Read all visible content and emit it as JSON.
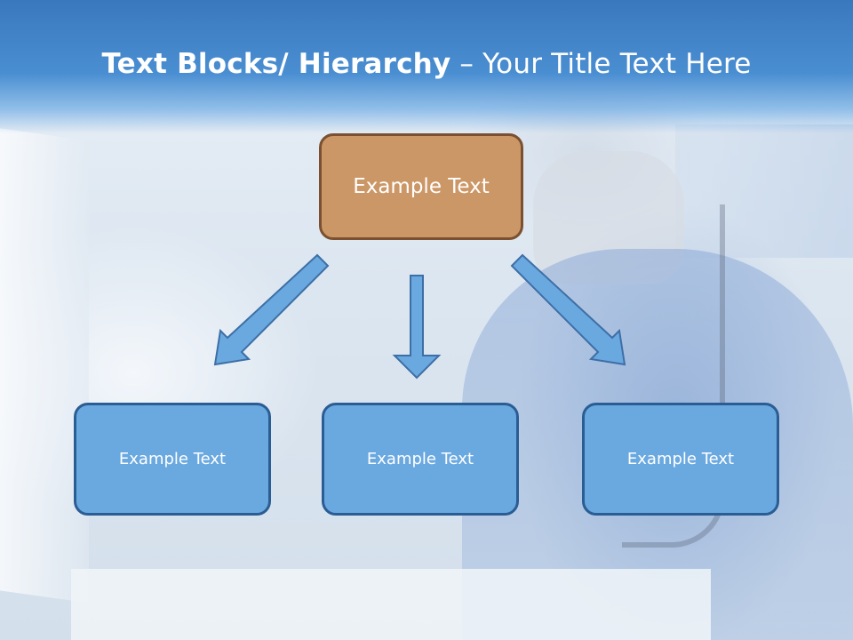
{
  "slide": {
    "title_bold": "Text Blocks/ Hierarchy",
    "title_rest": " – Your Title Text Here"
  },
  "hierarchy": {
    "root": {
      "label": "Example Text"
    },
    "children": [
      {
        "label": "Example Text"
      },
      {
        "label": "Example Text"
      },
      {
        "label": "Example Text"
      }
    ]
  },
  "colors": {
    "title_band": "#3a78bd",
    "root_fill": "#cc9766",
    "root_border": "#7a5030",
    "child_fill": "#6aa8e0",
    "child_border": "#2a5d94",
    "arrow_fill": "#6aa8e0",
    "arrow_stroke": "#3d6fa6"
  }
}
